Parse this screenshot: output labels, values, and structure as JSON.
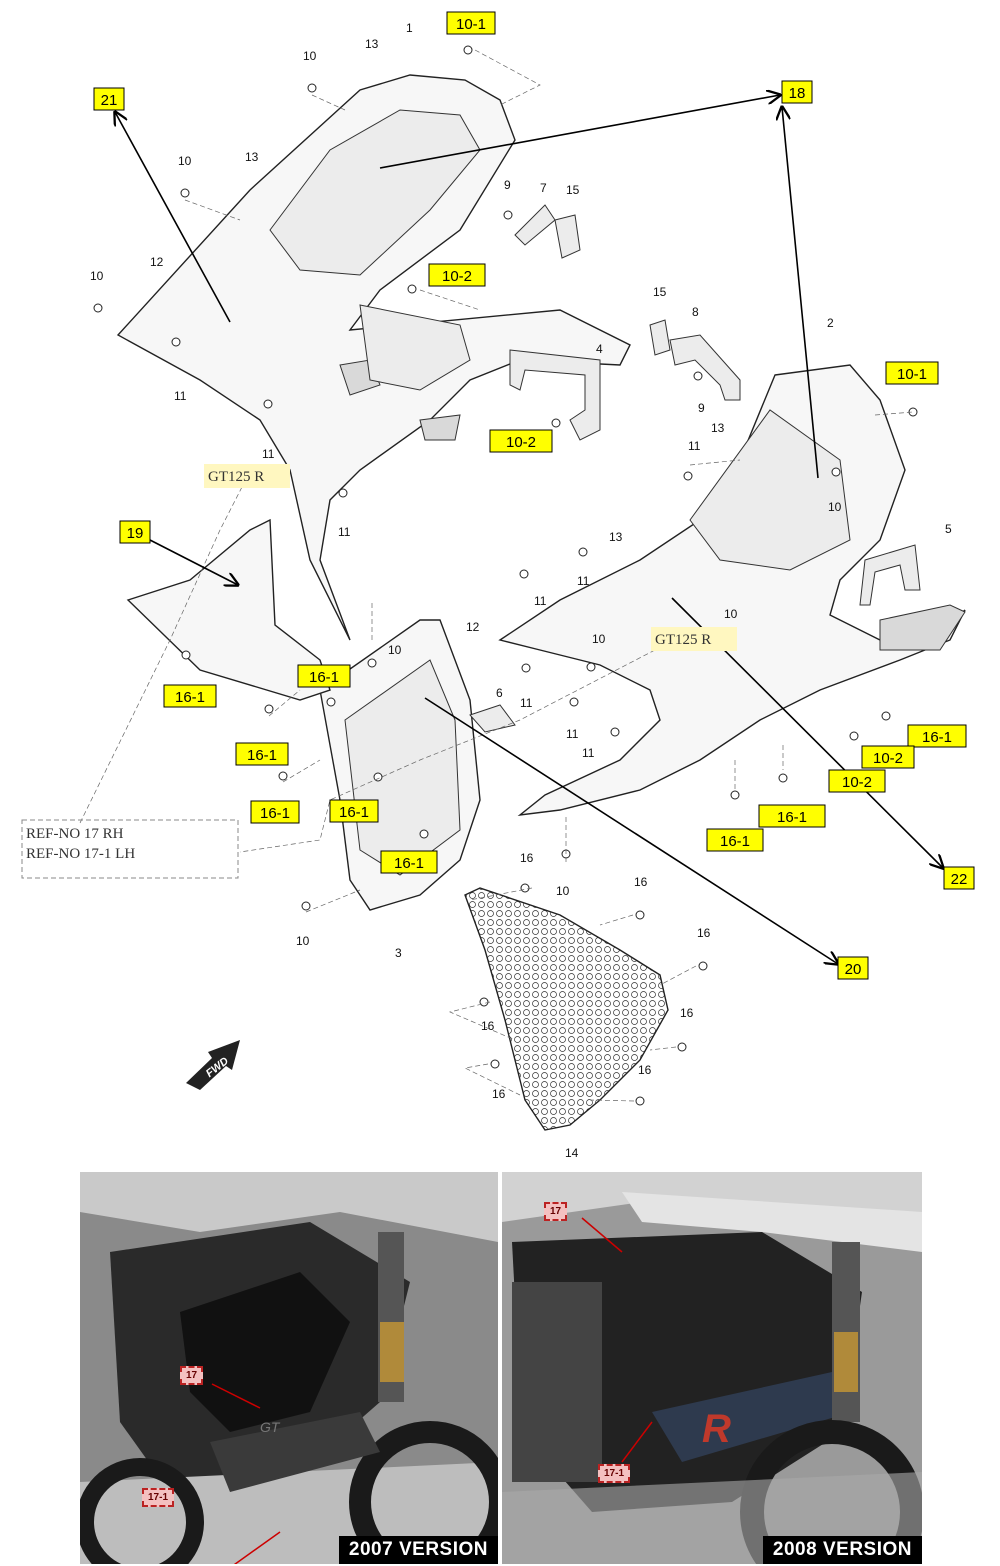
{
  "callouts": {
    "c10_1_top": "10-1",
    "c18": "18",
    "c21": "21",
    "c10_2_a": "10-2",
    "c10_2_b": "10-2",
    "c10_1_right": "10-1",
    "c19": "19",
    "c16_1_a": "16-1",
    "c16_1_b": "16-1",
    "c16_1_c": "16-1",
    "c16_1_d": "16-1",
    "c16_1_e": "16-1",
    "c16_1_f": "16-1",
    "c16_1_g": "16-1",
    "c16_1_h": "16-1",
    "c16_1_i": "16-1",
    "c10_2_c": "10-2",
    "c10_2_d": "10-2",
    "c22": "22",
    "c20": "20"
  },
  "part_numbers": {
    "n1": "1",
    "n2": "2",
    "n3": "3",
    "n4": "4",
    "n5": "5",
    "n6": "6",
    "n7": "7",
    "n8": "8",
    "n9a": "9",
    "n9b": "9",
    "n10a": "10",
    "n10b": "10",
    "n10c": "10",
    "n10d": "10",
    "n10e": "10",
    "n10f": "10",
    "n10g": "10",
    "n10h": "10",
    "n11a": "11",
    "n11b": "11",
    "n11c": "11",
    "n11d": "11",
    "n11e": "11",
    "n11f": "11",
    "n11g": "11",
    "n11h": "11",
    "n11i": "11",
    "n12a": "12",
    "n12b": "12",
    "n13a": "13",
    "n13b": "13",
    "n13c": "13",
    "n13d": "13",
    "n14": "14",
    "n15a": "15",
    "n15b": "15",
    "n16a": "16",
    "n16b": "16",
    "n16c": "16",
    "n16d": "16",
    "n16e": "16",
    "n16f": "16",
    "n16g": "16"
  },
  "gt_labels": {
    "left": "GT125 R",
    "right": "GT125 R"
  },
  "ref_box": {
    "line1": "REF-NO 17     RH",
    "line2": "REF-NO 17-1 LH"
  },
  "fwd": "FWD",
  "photos": {
    "left": {
      "version": "2007 VERSION",
      "tag_top": "17",
      "tag_bottom": "17-1"
    },
    "right": {
      "version": "2008 VERSION",
      "tag_top": "17",
      "tag_bottom": "17-1"
    }
  },
  "colors": {
    "callout_fill": "#ffff00",
    "gt_fill": "#fff7c0"
  }
}
